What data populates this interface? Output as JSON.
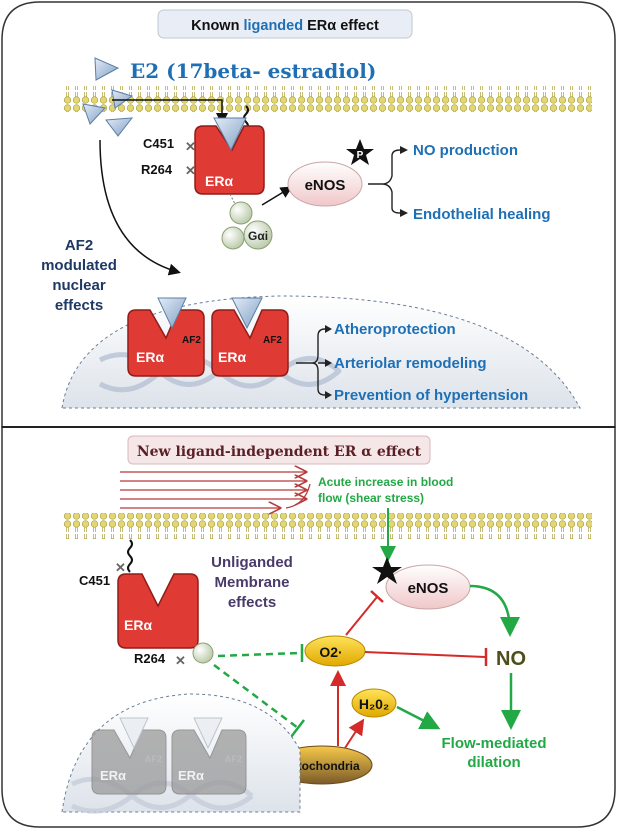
{
  "top": {
    "title_prefix": "Known ",
    "title_highlight": "liganded",
    "title_suffix": " ERα effect",
    "ligand": "E2  (17beta- estradiol)",
    "residue_c451": "C451",
    "residue_r264": "R264",
    "receptor": "ERα",
    "gai": "Gαi",
    "enos": "eNOS",
    "phospho": "P",
    "no_production": "NO production",
    "endothelial_healing": "Endothelial healing",
    "af2_line1": "AF2",
    "af2_line2": "modulated",
    "af2_line3": "nuclear",
    "af2_line4": "effects",
    "af2_label": "AF2",
    "atheroprotection": "Atheroprotection",
    "arteriolar": "Arteriolar remodeling",
    "hypertension": "Prevention of hypertension"
  },
  "bottom": {
    "title": "New ligand-independent ER α effect",
    "flow_line1": "Acute increase in blood",
    "flow_line2": "flow (shear stress)",
    "residue_c451": "C451",
    "residue_r264": "R264",
    "receptor": "ERα",
    "unliganded_1": "Unliganded",
    "unliganded_2": "Membrane",
    "unliganded_3": "effects",
    "enos": "eNOS",
    "o2": "O2·",
    "no": "NO",
    "h2o2": "H₂0₂",
    "mitochondria": "Mitochondria",
    "dilation_1": "Flow-mediated",
    "dilation_2": "dilation",
    "af2_label": "AF2"
  },
  "colors": {
    "blue_text": "#1f6fb5",
    "dark_navy": "#1f3864",
    "receptor_red": "#e03a35",
    "green": "#22a845",
    "red_arrow": "#d42a2a",
    "dark_olive": "#4e4e1a",
    "purple_text": "#4a3a6a",
    "yellow": "#f0c000"
  }
}
